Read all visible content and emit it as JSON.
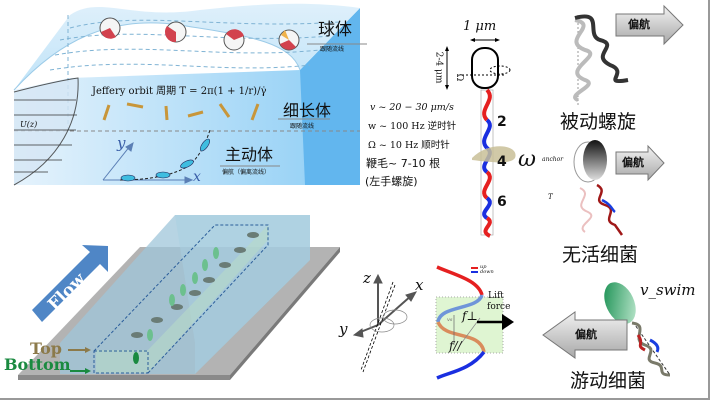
{
  "flow_panel": {
    "sphere_label": "球体",
    "sphere_sub": "跟随流线",
    "jeffery": "Jeffery orbit 周期 T = 2π(1 + 1/r)/γ̇",
    "rod_label": "细长体",
    "rod_sub": "跟随流线",
    "profile_label": "U(z)",
    "active_label": "主动体",
    "active_sub": "偏航（偏离流线）",
    "axis_y": "y",
    "axis_x": "x"
  },
  "bacterium": {
    "width_label": "1 μm",
    "length_label": "2-4 μm",
    "body_rot": "Ω",
    "params": [
      "v ~ 20 − 30 μm/s",
      "w ~ 100 Hz  逆时针",
      "Ω ~ 10 Hz  顺时针",
      "鞭毛~ 7-10 根",
      "(左手螺旋)"
    ],
    "turn_marks": [
      "2",
      "4",
      "6"
    ],
    "omega": "ω"
  },
  "right_panels": {
    "yaw_label": "偏航",
    "passive_helix": "被动螺旋",
    "anchor": "anchor",
    "torque": "T",
    "dead_bacteria": "无活细菌",
    "v_swim": "v_swim",
    "swimming_bacteria": "游动细菌"
  },
  "channel": {
    "flow": "Flow",
    "top": "Top",
    "bottom": "Bottom"
  },
  "lift": {
    "axis_z": "z",
    "axis_x": "x",
    "axis_y": "y",
    "legend_up": "up",
    "legend_down": "down",
    "lift": "Lift",
    "force": "force",
    "f_perp": "f⊥",
    "f_par": "f//",
    "v_s": "vs"
  },
  "colors": {
    "blue_water": "#7cc3f0",
    "flagellum_red": "#e52020",
    "flagellum_blue": "#1a2fe0",
    "swim_green": "#1f9a55",
    "flow_arrow": "#4f86c6"
  }
}
